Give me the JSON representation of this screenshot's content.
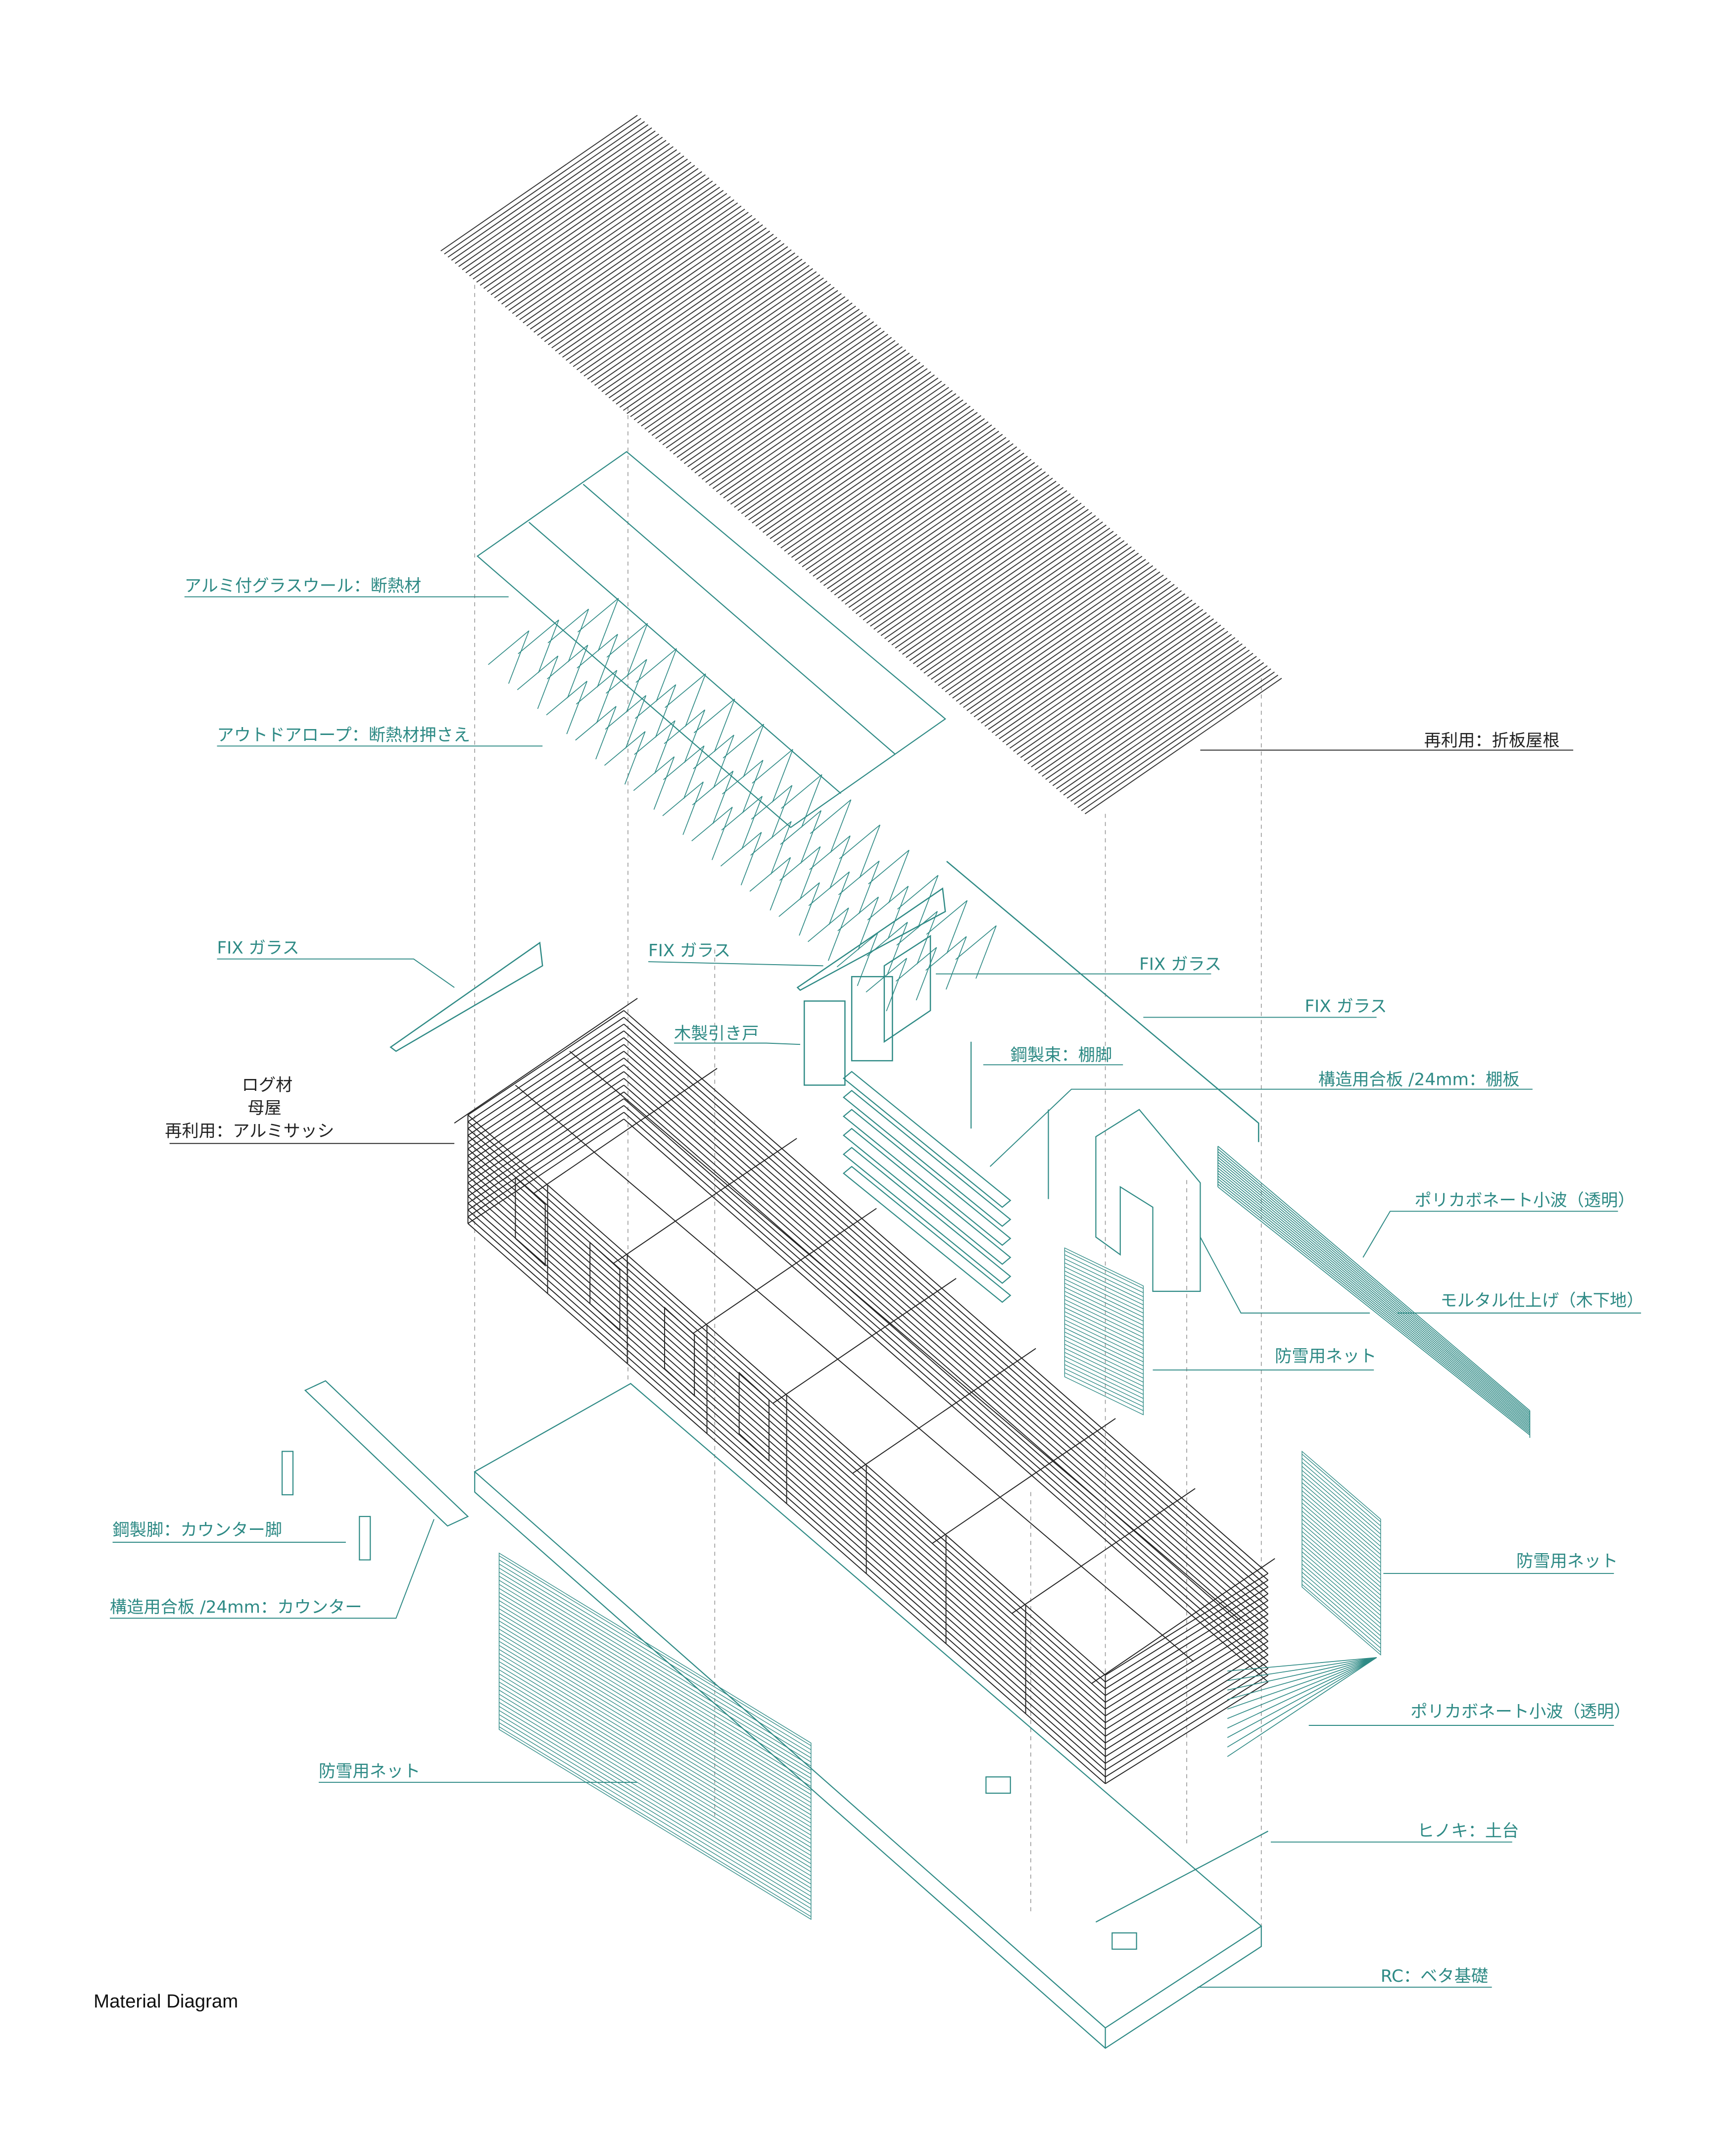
{
  "title": "Material Diagram",
  "colors": {
    "accent": "#2e8a85",
    "ink": "#222222",
    "guide": "#9a9a9a"
  },
  "labels": {
    "glasswool": "アルミ付グラスウール：断熱材",
    "rope": "アウトドアロープ：断熱材押さえ",
    "roof": "再利用：折板屋根",
    "fix1": "FIX ガラス",
    "fix2": "FIX ガラス",
    "fix3": "FIX ガラス",
    "fix4": "FIX ガラス",
    "sliding_door": "木製引き戸",
    "shelf_leg": "鋼製束：棚脚",
    "shelf_board": "構造用合板 /24mm：棚板",
    "log_1": "ログ材",
    "log_2": "母屋",
    "log_3": "再利用：アルミサッシ",
    "polycarb1": "ポリカボネート小波（透明）",
    "mortar": "モルタル仕上げ（木下地）",
    "snownet1": "防雪用ネット",
    "snownet2": "防雪用ネット",
    "counter_leg": "鋼製脚：カウンター脚",
    "counter_board": "構造用合板 /24mm：カウンター",
    "polycarb2": "ポリカボネート小波（透明）",
    "snownet3": "防雪用ネット",
    "sill": "ヒノキ：土台",
    "foundation": "RC：ベタ基礎"
  }
}
